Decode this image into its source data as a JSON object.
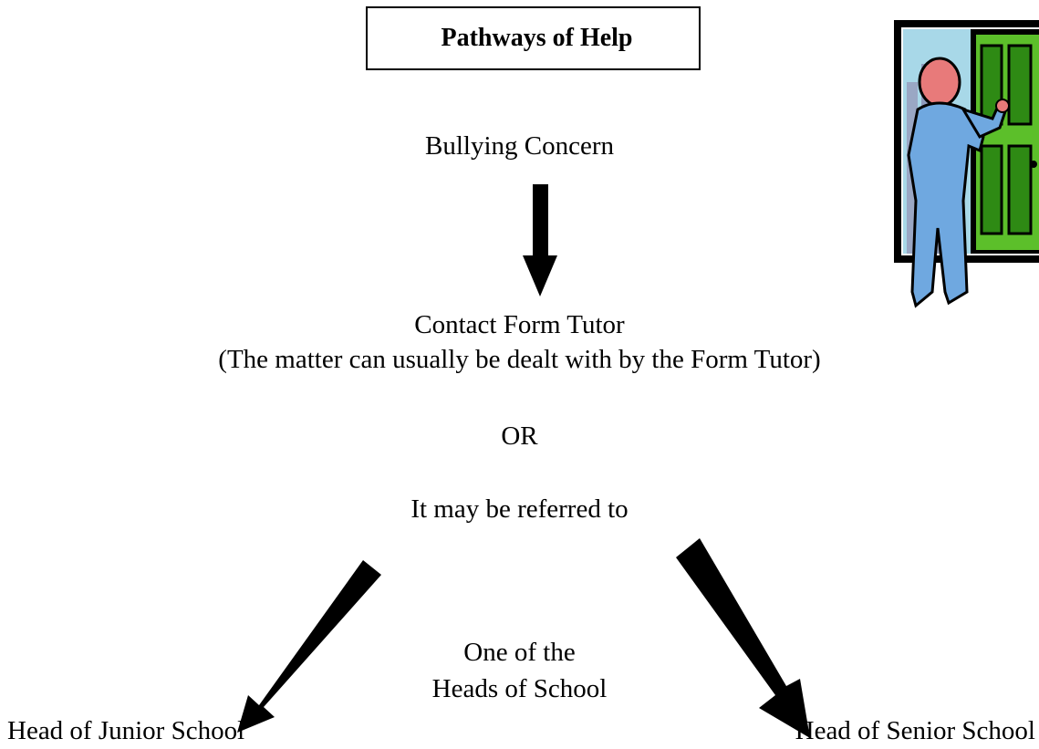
{
  "title": "Pathways of Help",
  "nodes": {
    "concern": "Bullying Concern",
    "contact_line1": "Contact Form Tutor",
    "contact_line2": "(The matter can usually be dealt with by the Form Tutor)",
    "or": "OR",
    "referred": "It may be referred to",
    "heads_line1": "One of the",
    "heads_line2": "Heads of School",
    "junior": "Head of Junior School",
    "senior": "Head of Senior School"
  },
  "colors": {
    "arrow": "#000000",
    "door_green": "#5cbf2a",
    "coat_blue": "#6fa8e0",
    "skin": "#e87a7a"
  },
  "icons": {
    "clipart": "person-opening-door-icon"
  }
}
